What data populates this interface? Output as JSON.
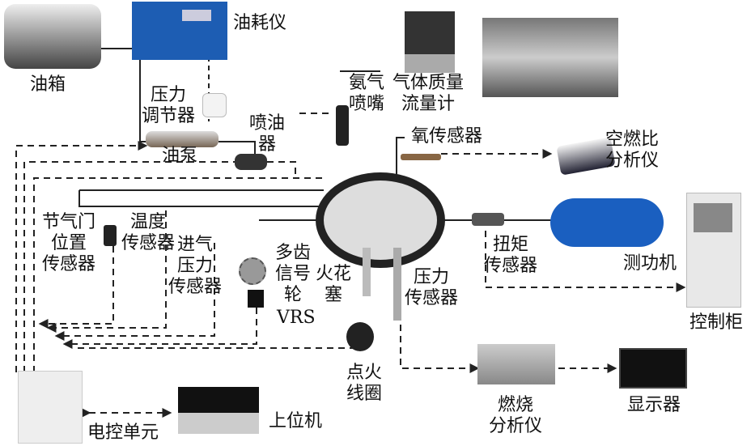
{
  "diagram": {
    "labels": {
      "fuel_tank": "油箱",
      "fuel_meter": "油耗仪",
      "pressure_regulator": "压力\n调节器",
      "fuel_pump": "油泵",
      "fuel_injector": "喷油\n器",
      "ammonia_nozzle": "氨气\n喷嘴",
      "mass_flow_meter": "气体质量\n流量计",
      "oxygen_sensor": "氧传感器",
      "afr_analyzer": "空燃比\n分析仪",
      "throttle_sensor": "节气门\n位置\n传感器",
      "temp_sensor": "温度\n传感器",
      "intake_pressure_sensor": "进气\n压力\n传感器",
      "tooth_wheel": "多齿\n信号\n轮",
      "vrs": "VRS",
      "spark_plug": "火花\n塞",
      "pressure_sensor": "压力\n传感器",
      "torque_sensor": "扭矩\n传感器",
      "dynamometer": "测功机",
      "control_cabinet": "控制柜",
      "ignition_coil": "点火\n线圈",
      "combustion_analyzer": "燃烧\n分析仪",
      "display": "显示器",
      "ecu": "电控单元",
      "host_pc": "上位机"
    }
  }
}
